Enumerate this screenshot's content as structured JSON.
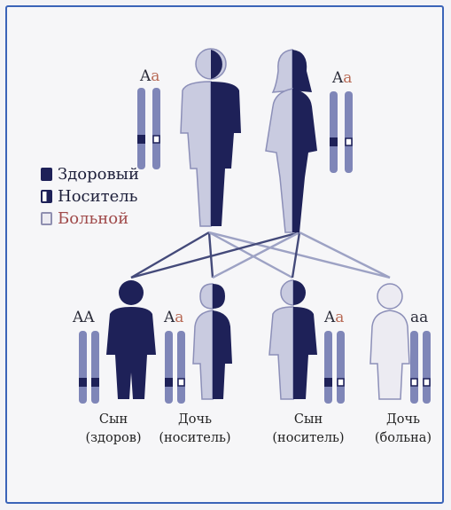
{
  "legend": {
    "healthy": "Здоровый",
    "carrier": "Носитель",
    "sick": "Больной"
  },
  "parents": [
    {
      "allele_dominant": "A",
      "allele_recessive": "a"
    },
    {
      "allele_dominant": "A",
      "allele_recessive": "a"
    }
  ],
  "children": [
    {
      "genotype": "AA",
      "role": "Сын",
      "status": "(здоров)"
    },
    {
      "genotype_dominant": "A",
      "genotype_recessive": "a",
      "role": "Дочь",
      "status": "(носитель)"
    },
    {
      "genotype_dominant": "A",
      "genotype_recessive": "a",
      "role": "Сын",
      "status": "(носитель)"
    },
    {
      "genotype": "aa",
      "role": "Дочь",
      "status": "(больна)"
    }
  ],
  "colors": {
    "healthy": "#1e2158",
    "sick_fill": "#ecebf2",
    "chromosome": "#7f86b8",
    "recessive_text": "#b86a55",
    "border": "#3b64b8"
  }
}
